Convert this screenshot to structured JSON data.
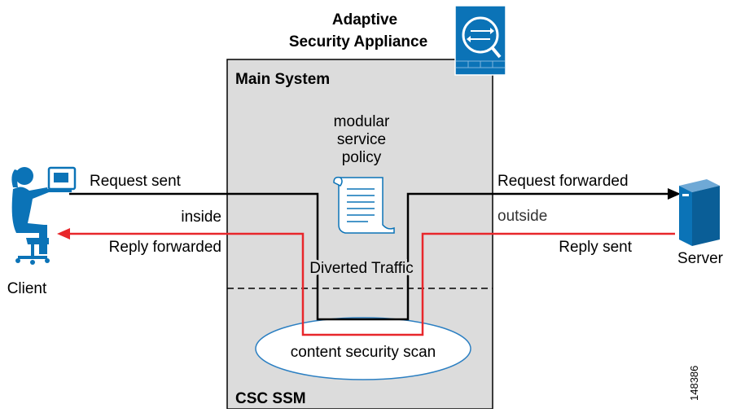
{
  "appliance": {
    "title_line1": "Adaptive",
    "title_line2": "Security Appliance",
    "icon": "firewall-icon",
    "color": "#0b73b7"
  },
  "main_system": {
    "label": "Main System",
    "policy_line1": "modular",
    "policy_line2": "service",
    "policy_line3": "policy",
    "policy_icon": "document-scroll-icon"
  },
  "diverted_label": "Diverted Traffic",
  "csc": {
    "label": "CSC SSM",
    "scan_label": "content security scan"
  },
  "client": {
    "label": "Client",
    "icon": "client-user-icon"
  },
  "server": {
    "label": "Server",
    "icon": "server-icon"
  },
  "flows": {
    "request_sent": "Request sent",
    "inside": "inside",
    "reply_forwarded": "Reply forwarded",
    "request_forwarded": "Request forwarded",
    "outside": "outside",
    "reply_sent": "Reply sent"
  },
  "figure_id": "148386",
  "colors": {
    "box_fill": "#dcdcdc",
    "request_line": "#000000",
    "reply_line": "#e8272b",
    "device_blue": "#0b73b7",
    "scan_outline": "#2b7fc2"
  }
}
